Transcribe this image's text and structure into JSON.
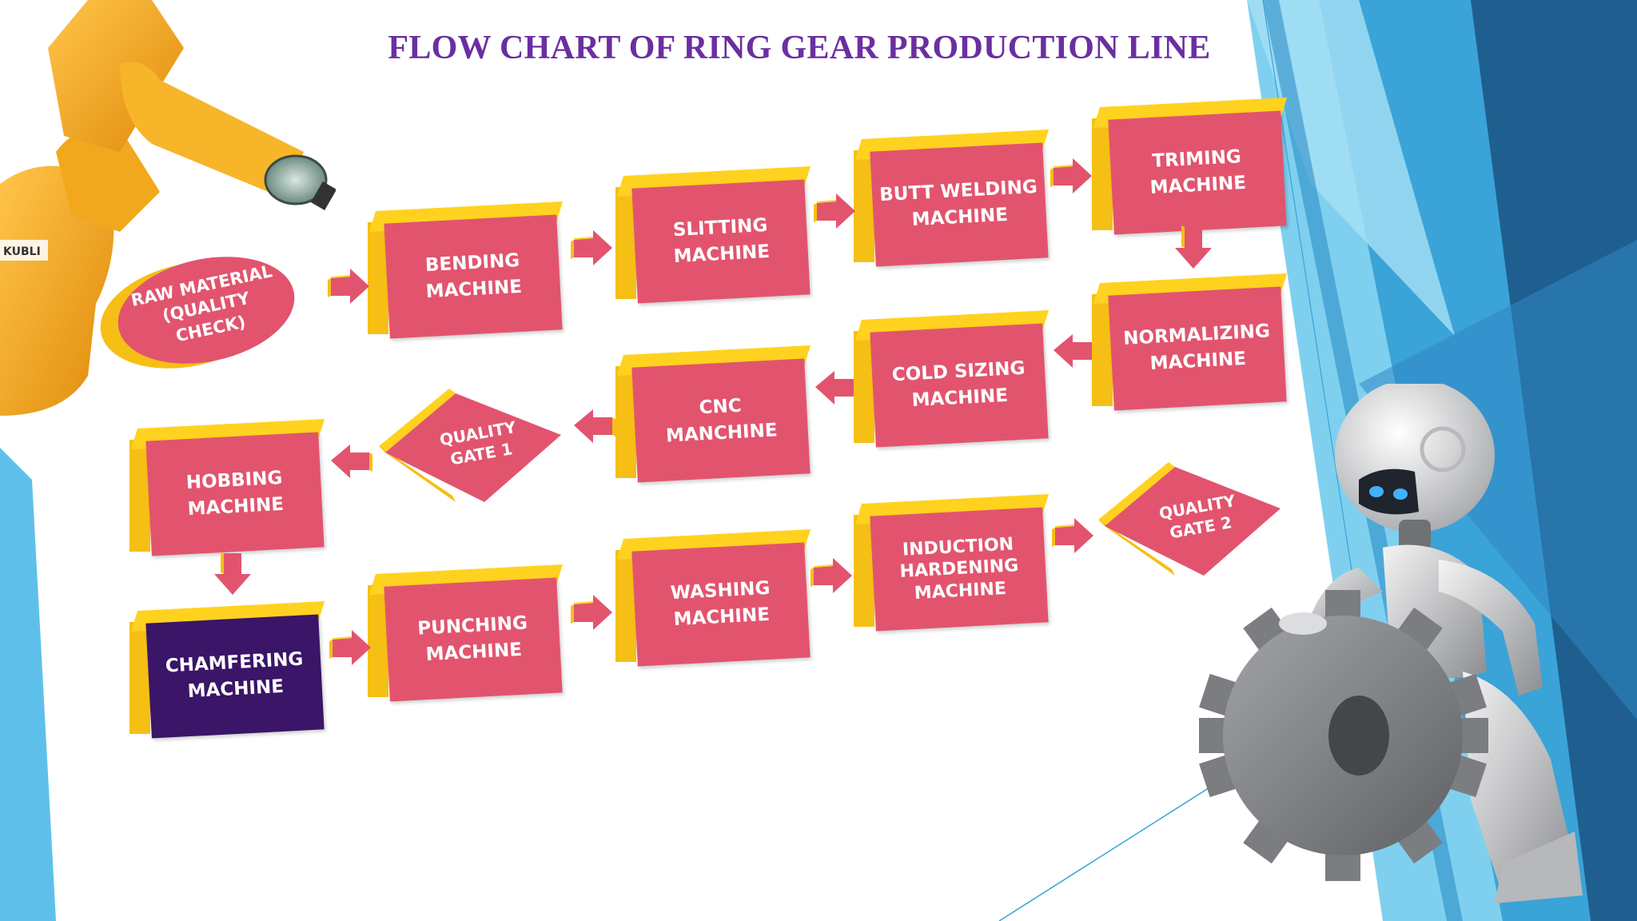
{
  "title": "FLOW CHART OF RING GEAR PRODUCTION LINE",
  "colors": {
    "title": "#6a2fa0",
    "box_face": "#e2546e",
    "box_side": "#f6bf16",
    "box_top": "#ffd21f",
    "highlight_box": "#3a1568",
    "background_blue": "#3aa3d8",
    "background_navy": "#1f5f8f"
  },
  "steps": {
    "raw_material": "RAW MATERIAL\n(QUALITY\nCHECK)",
    "bending": "BENDING\nMACHINE",
    "slitting": "SLITTING\nMACHINE",
    "butt_welding": "BUTT WELDING\nMACHINE",
    "triming": "TRIMING\nMACHINE",
    "normalizing": "NORMALIZING\nMACHINE",
    "cold_sizing": "COLD SIZING\nMACHINE",
    "cnc": "CNC\nMANCHINE",
    "quality_gate_1": "QUALITY\nGATE 1",
    "hobbing": "HOBBING\nMACHINE",
    "chamfering": "CHAMFERING\nMACHINE",
    "punching": "PUNCHING\nMACHINE",
    "washing": "WASHING\nMACHINE",
    "induction_hardening": "INDUCTION\nHARDENING\nMACHINE",
    "quality_gate_2": "QUALITY\nGATE 2"
  },
  "illustrations": {
    "top_left": "robot-arm-illustration",
    "bottom_right": "robot-with-gear-illustration"
  }
}
